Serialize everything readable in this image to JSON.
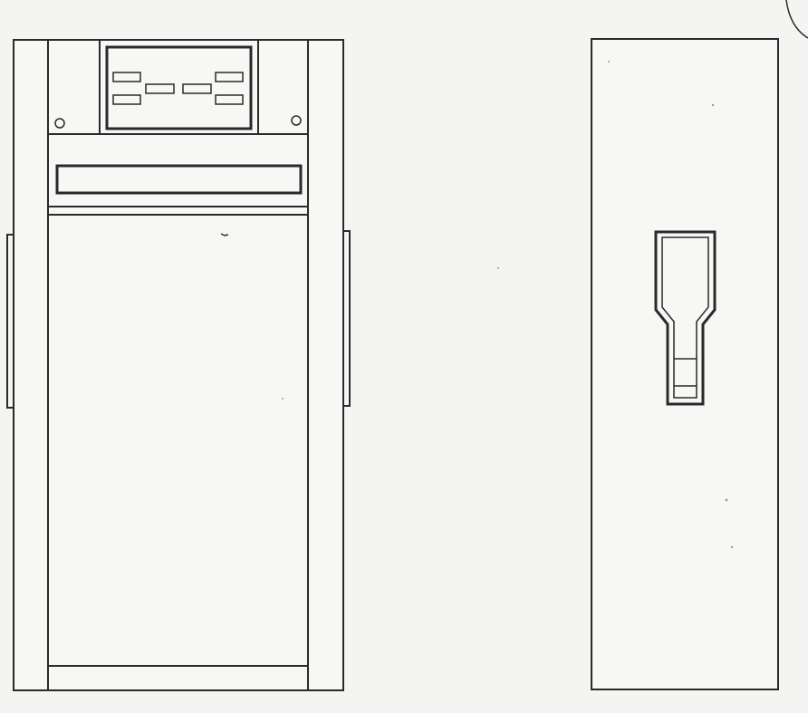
{
  "drawing": {
    "line_color": "#2a2a2a",
    "paper_color": "#f7f7f5",
    "background_color": "#f4f4f2"
  },
  "views": [
    {
      "id": "front-view",
      "icon": "cabinet-front-elevation",
      "features": [
        "control-panel",
        "display-slots",
        "mounting-screws",
        "horizontal-slot",
        "door",
        "side-handles",
        "base-plinth"
      ]
    },
    {
      "id": "side-view",
      "icon": "cabinet-side-elevation",
      "features": [
        "keyhole-recess"
      ]
    }
  ]
}
